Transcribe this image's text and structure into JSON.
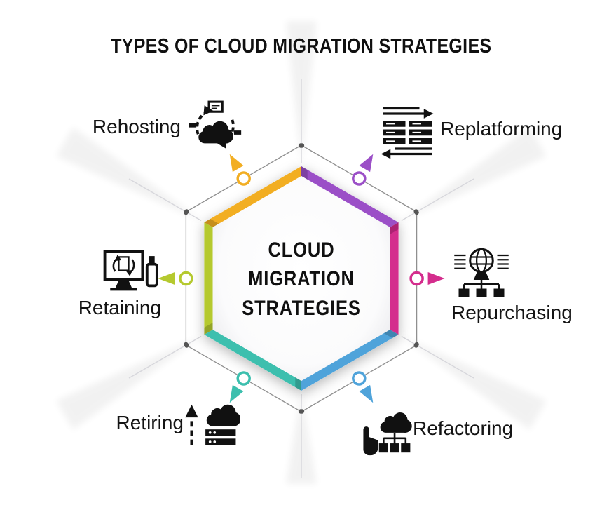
{
  "title": "TYPES OF CLOUD MIGRATION STRATEGIES",
  "center": {
    "lines": [
      "CLOUD",
      "MIGRATION",
      "STRATEGIES"
    ]
  },
  "strategies": [
    {
      "label": "Rehosting",
      "color": "#F2AE23",
      "icon": "cloud-sync-server-icon",
      "position": "top-left"
    },
    {
      "label": "Replatforming",
      "color": "#9B4FC7",
      "icon": "servers-transfer-arrows-icon",
      "position": "top-right"
    },
    {
      "label": "Repurchasing",
      "color": "#D42D8D",
      "icon": "globe-network-icon",
      "position": "right"
    },
    {
      "label": "Refactoring",
      "color": "#4FA3DA",
      "icon": "hand-cloud-network-icon",
      "position": "bottom-right"
    },
    {
      "label": "Retiring",
      "color": "#3CBFAE",
      "icon": "cloud-server-up-arrow-icon",
      "position": "bottom-left"
    },
    {
      "label": "Retaining",
      "color": "#B5C92F",
      "icon": "monitor-refresh-usb-icon",
      "position": "left"
    }
  ]
}
